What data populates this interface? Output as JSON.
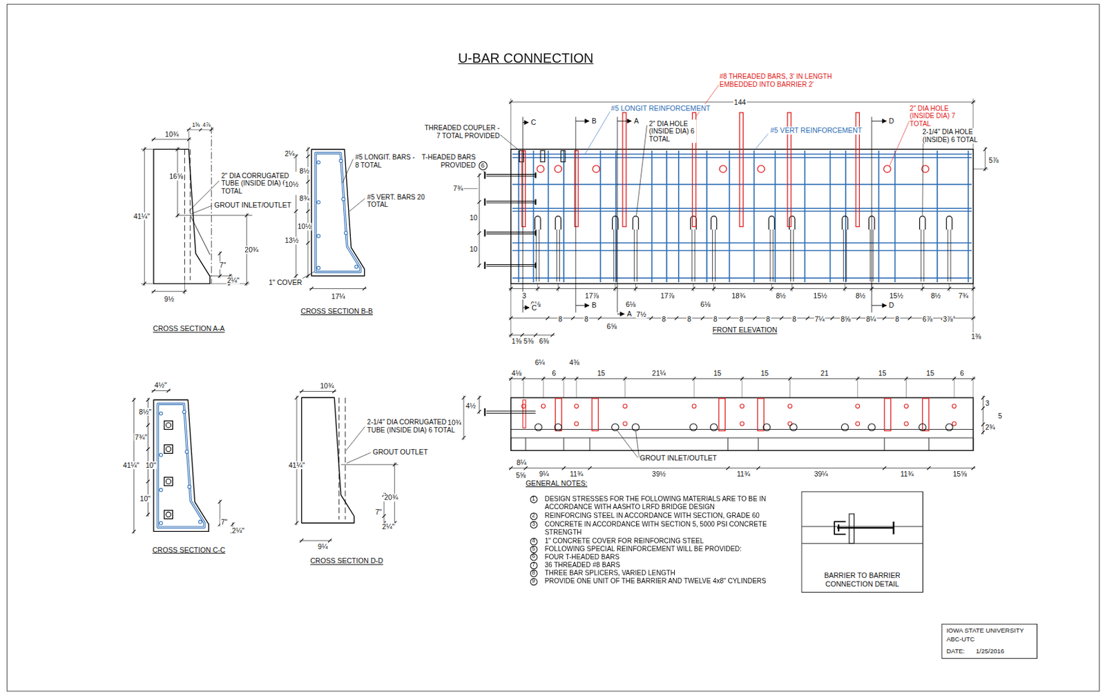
{
  "diagram": {
    "title": "U-BAR CONNECTION",
    "nodes": [
      {
        "text": [
          "6"
        ]
      },
      {
        "text": [
          "1"
        ]
      },
      {
        "text": [
          "2"
        ]
      },
      {
        "text": [
          "3"
        ]
      },
      {
        "text": [
          "4"
        ]
      },
      {
        "text": [
          "5"
        ]
      },
      {
        "text": [
          "6"
        ]
      },
      {
        "text": [
          "7"
        ]
      },
      {
        "text": [
          "8"
        ]
      },
      {
        "text": [
          "9"
        ]
      },
      {
        "text": [
          "BARRIER TO BARRIER CONNECTION DETAIL"
        ]
      },
      {
        "text": [
          "IOWA STATE UNIVERSITY",
          "ABC-UTC",
          "DATE:",
          "1/25/2016"
        ]
      }
    ],
    "labels": [
      "10¾",
      "1⅝",
      "4⅞",
      "16⅝",
      "2\" DIA CORRUGATED TUBE (INSIDE DIA) 6 TOTAL",
      "GROUT INLET/OUTLET",
      "41¼\"",
      "20¾",
      "7\"",
      "2¼\"",
      "9½",
      "CROSS SECTION A-A",
      "2¼",
      "8½",
      "10½",
      "8¾",
      "10½",
      "13½",
      "#5 LONGIT. BARS - 8 TOTAL",
      "#5 VERT. BARS 20 TOTAL",
      "1\" COVER",
      "17¼",
      "CROSS SECTION B-B",
      "4½\"",
      "8½\"",
      "7¾\"",
      "41¼\"",
      "10\"",
      "10\"",
      "7\"",
      "2¼\"",
      "CROSS SECTION C-C",
      "10¾",
      "41¼\"",
      "2-1/4\" DIA CORRUGATED TUBE (INSIDE DIA) 6 TOTAL",
      "GROUT OUTLET",
      "20¾",
      "7\"",
      "2¼\"",
      "9¼",
      "CROSS SECTION D-D",
      "#8 THREADED BARS, 3' IN LENGTH EMBEDDED INTO BARRIER 2'",
      "144",
      "#5 LONGIT REINFORCEMENT",
      "THREADED COUPLER - 7 TOTAL PROVIDED",
      "C",
      "B",
      "A",
      "2\" DIA HOLE (INSIDE DIA) 6 TOTAL",
      "#5 VERT REINFORCEMENT",
      "D",
      "2\" DIA HOLE (INSIDE DIA) 7 TOTAL",
      "2-1/4\" DIA HOLE (INSIDE) 6 TOTAL",
      "5⅞",
      "T-HEADED BARS PROVIDED",
      "7¾",
      "10",
      "10",
      "3",
      "17⅞",
      "17⅞",
      "18¾",
      "8½",
      "15½",
      "8½",
      "15½",
      "8½",
      "7¾",
      "6⅛",
      "6⅛",
      "6⅛",
      "C",
      "B",
      "A",
      "D",
      "8",
      "8",
      "7½",
      "6⅝",
      "8",
      "8",
      "8",
      "8",
      "8",
      "8",
      "7¼",
      "8⅝",
      "8¼",
      "8",
      "6⅞",
      "3⅞",
      "1⅜",
      "5⅜",
      "6⅜",
      "1⅜",
      "FRONT ELEVATION",
      "4⅛",
      "6¼",
      "6",
      "4⅜",
      "15",
      "21¼",
      "15",
      "15",
      "21",
      "15",
      "15",
      "6",
      "10¾",
      "4½",
      "3",
      "5",
      "2¾",
      "GROUT INLET/OUTLET",
      "8¼",
      "5⅝",
      "9¼",
      "11¾",
      "39½",
      "11¾",
      "39¼",
      "11¾",
      "15⅝",
      "GENERAL NOTES:",
      "DESIGN STRESSES FOR THE FOLLOWING MATERIALS ARE TO BE IN ACCORDANCE WITH AASHTO LRFD BRIDGE DESIGN",
      "REINFORCING STEEL IN ACCORDANCE WITH SECTION, GRADE 60",
      "CONCRETE IN ACCORDANCE WITH SECTION 5, 5000 PSI CONCRETE STRENGTH",
      "1\" CONCRETE COVER FOR REINFORCING STEEL",
      "FOLLOWING SPECIAL REINFORCEMENT WILL BE PROVIDED:",
      "FOUR T-HEADED BARS",
      "36 THREADED #8 BARS",
      "THREE BAR SPLICERS, VARIED LENGTH",
      "PROVIDE ONE UNIT OF THE BARRIER AND TWELVE 4x8\" CYLINDERS"
    ]
  }
}
